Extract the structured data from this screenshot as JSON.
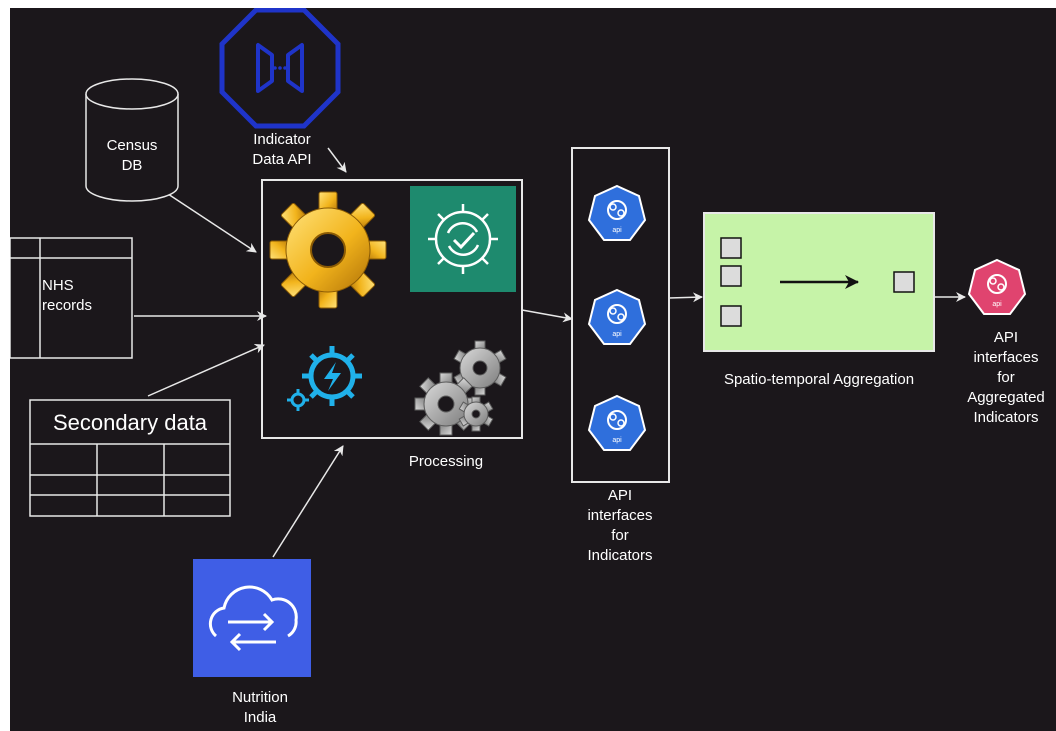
{
  "nodes": {
    "indicator_api": {
      "label_line1": "Indicator",
      "label_line2": "Data API"
    },
    "census_db": {
      "label_line1": "Census",
      "label_line2": "DB"
    },
    "nhs_records": {
      "label_line1": "NHS",
      "label_line2": "records"
    },
    "secondary_data": {
      "title": "Secondary data"
    },
    "nutrition_india": {
      "label_line1": "Nutrition",
      "label_line2": "India"
    },
    "processing": {
      "label": "Processing"
    },
    "api_indicators": {
      "line1": "API",
      "line2": "interfaces",
      "line3": "for",
      "line4": "Indicators",
      "badge_text": "api"
    },
    "aggregation": {
      "label": "Spatio-temporal Aggregation"
    },
    "api_aggregated": {
      "line1": "API",
      "line2": "interfaces",
      "line3": "for",
      "line4": "Aggregated",
      "line5": "Indicators",
      "badge_text": "api"
    }
  },
  "colors": {
    "background": "#1b171b",
    "api_hex_blue": "#2f6fdc",
    "api_hex_pink": "#e0446f",
    "aggregation_fill": "#c6f3a8",
    "nutrition_tile": "#3f5ee6",
    "processing_tile": "#1e8a6e",
    "indicator_api_icon": "#1f34c9"
  },
  "icons": [
    "octagon-api-icon",
    "database-icon",
    "gear-icon",
    "gear-check-icon",
    "lightning-gear-icon",
    "gray-gears-icon",
    "cloud-sync-icon",
    "kubernetes-api-icon"
  ]
}
